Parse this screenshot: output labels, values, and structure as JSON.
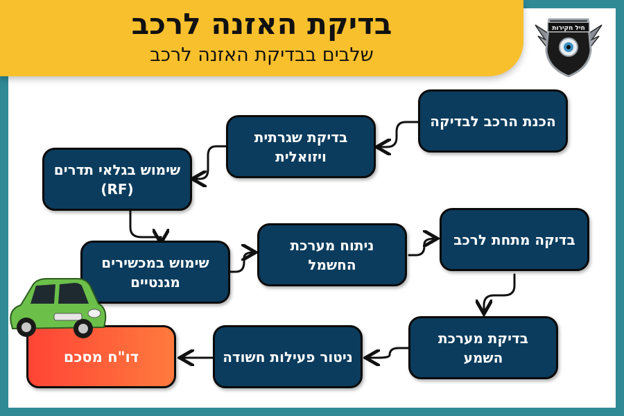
{
  "header": {
    "title": "בדיקת האזנה לרכב",
    "subtitle": "שלבים בבדיקת האזנה לרכב"
  },
  "badge": {
    "text": "חיל חקירות"
  },
  "steps": [
    {
      "id": "s1",
      "label": "הכנת הרכב לבדיקה"
    },
    {
      "id": "s2",
      "label": "בדיקת שגרתית ויזואלית"
    },
    {
      "id": "s3",
      "label": "שימוש בגלאי תדרים (RF)"
    },
    {
      "id": "s4",
      "label": "שימוש במכשירים מגנטיים"
    },
    {
      "id": "s5",
      "label": "ניתוח מערכת החשמל"
    },
    {
      "id": "s6",
      "label": "בדיקה מתחת לרכב"
    },
    {
      "id": "s7",
      "label": "בדיקת מערכת השמע"
    },
    {
      "id": "s8",
      "label": "ניטור פעילות חשודה"
    },
    {
      "id": "s9",
      "label": "דו\"ח מסכם"
    }
  ],
  "colors": {
    "header_bg": "#f9c02d",
    "frame": "#2f8a96",
    "step_bg": "#0b3c5d",
    "final_from": "#ff4536",
    "final_to": "#ff7a3d",
    "car_body": "#6cc04a"
  }
}
